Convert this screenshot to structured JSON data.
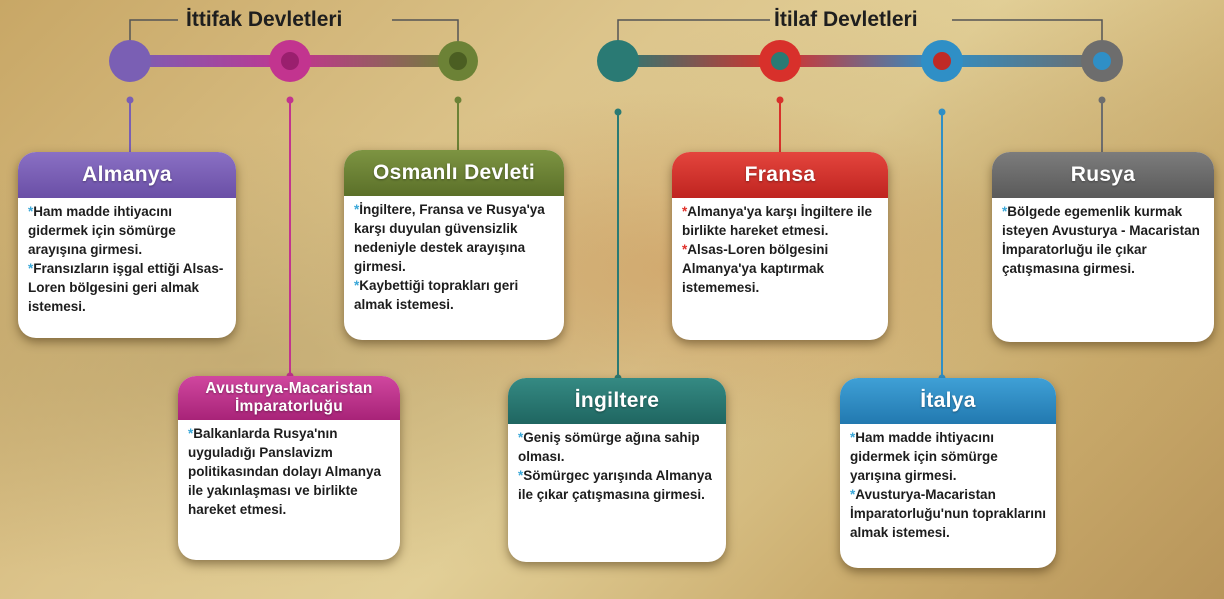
{
  "headers": {
    "ittifak": "İttifak Devletleri",
    "itilaf": "İtilaf Devletleri"
  },
  "colors": {
    "almanya": "#7a5fb4",
    "avusturya": "#c2348f",
    "osmanli": "#6c8236",
    "ingiltere": "#2a7a74",
    "fransa": "#d8302b",
    "italya": "#2f8fc6",
    "rusya": "#6d6d6d"
  },
  "cards": {
    "almanya": {
      "title": "Almanya",
      "items": [
        "Ham madde ihtiyacını gidermek için sömürge arayışına girmesi.",
        "Fransızların işgal ettiği Alsas-Loren bölgesini geri almak istemesi."
      ]
    },
    "avusturya": {
      "title": "Avusturya-Macaristan İmparatorluğu",
      "items": [
        "Balkanlarda Rusya'nın uyguladığı Panslavizm politikasından dolayı Almanya ile yakınlaşması ve birlikte hareket etmesi."
      ]
    },
    "osmanli": {
      "title": "Osmanlı Devleti",
      "items": [
        "İngiltere, Fransa ve Rusya'ya karşı duyulan güvensizlik nedeniyle destek arayışına girmesi.",
        "Kaybettiği toprakları geri almak istemesi."
      ]
    },
    "ingiltere": {
      "title": "İngiltere",
      "items": [
        "Geniş sömürge ağına sahip olması.",
        "Sömürgec yarışında Almanya ile çıkar çatışmasına girmesi."
      ]
    },
    "fransa": {
      "title": "Fransa",
      "items": [
        "Almanya'ya karşı İngiltere ile birlikte hareket etmesi.",
        "Alsas-Loren bölgesini Almanya'ya kaptırmak istememesi."
      ]
    },
    "italya": {
      "title": "İtalya",
      "items": [
        "Ham madde ihtiyacını gidermek için sömürge yarışına girmesi.",
        "Avusturya-Macaristan İmparatorluğu'nun topraklarını almak istemesi."
      ]
    },
    "rusya": {
      "title": "Rusya",
      "items": [
        "Bölgede egemenlik kurmak isteyen Avusturya - Macaristan İmparatorluğu ile çıkar çatışmasına girmesi."
      ]
    }
  }
}
